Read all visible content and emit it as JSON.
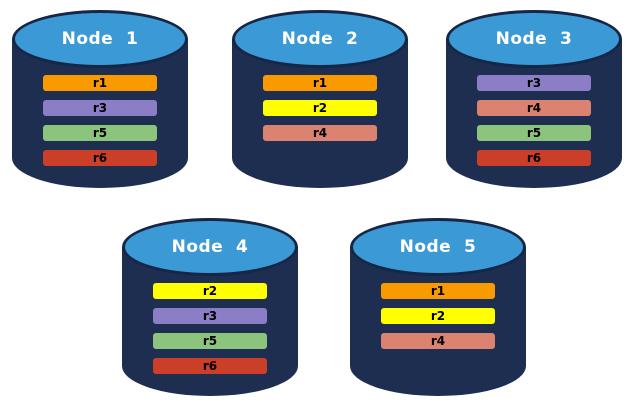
{
  "diagram": {
    "description": "Five database nodes with replica placement",
    "nodes": [
      {
        "label": "Node  1",
        "replicas": [
          "r1",
          "r3",
          "r5",
          "r6"
        ]
      },
      {
        "label": "Node  2",
        "replicas": [
          "r1",
          "r2",
          "r4"
        ]
      },
      {
        "label": "Node  3",
        "replicas": [
          "r3",
          "r4",
          "r5",
          "r6"
        ]
      },
      {
        "label": "Node  4",
        "replicas": [
          "r2",
          "r3",
          "r5",
          "r6"
        ]
      },
      {
        "label": "Node  5",
        "replicas": [
          "r1",
          "r2",
          "r4"
        ]
      }
    ]
  },
  "colors": {
    "cylinder_body": "#1D2E50",
    "cylinder_top": "#3B9AD5",
    "cylinder_outline": "#152647",
    "title_text": "#FFFFFF",
    "bar_text": "#000000",
    "replica_colors": {
      "r1": "#F99B00",
      "r2": "#FFFF00",
      "r3": "#8B7EC6",
      "r4": "#DB8270",
      "r5": "#8CC47E",
      "r6": "#CB3E27"
    }
  }
}
